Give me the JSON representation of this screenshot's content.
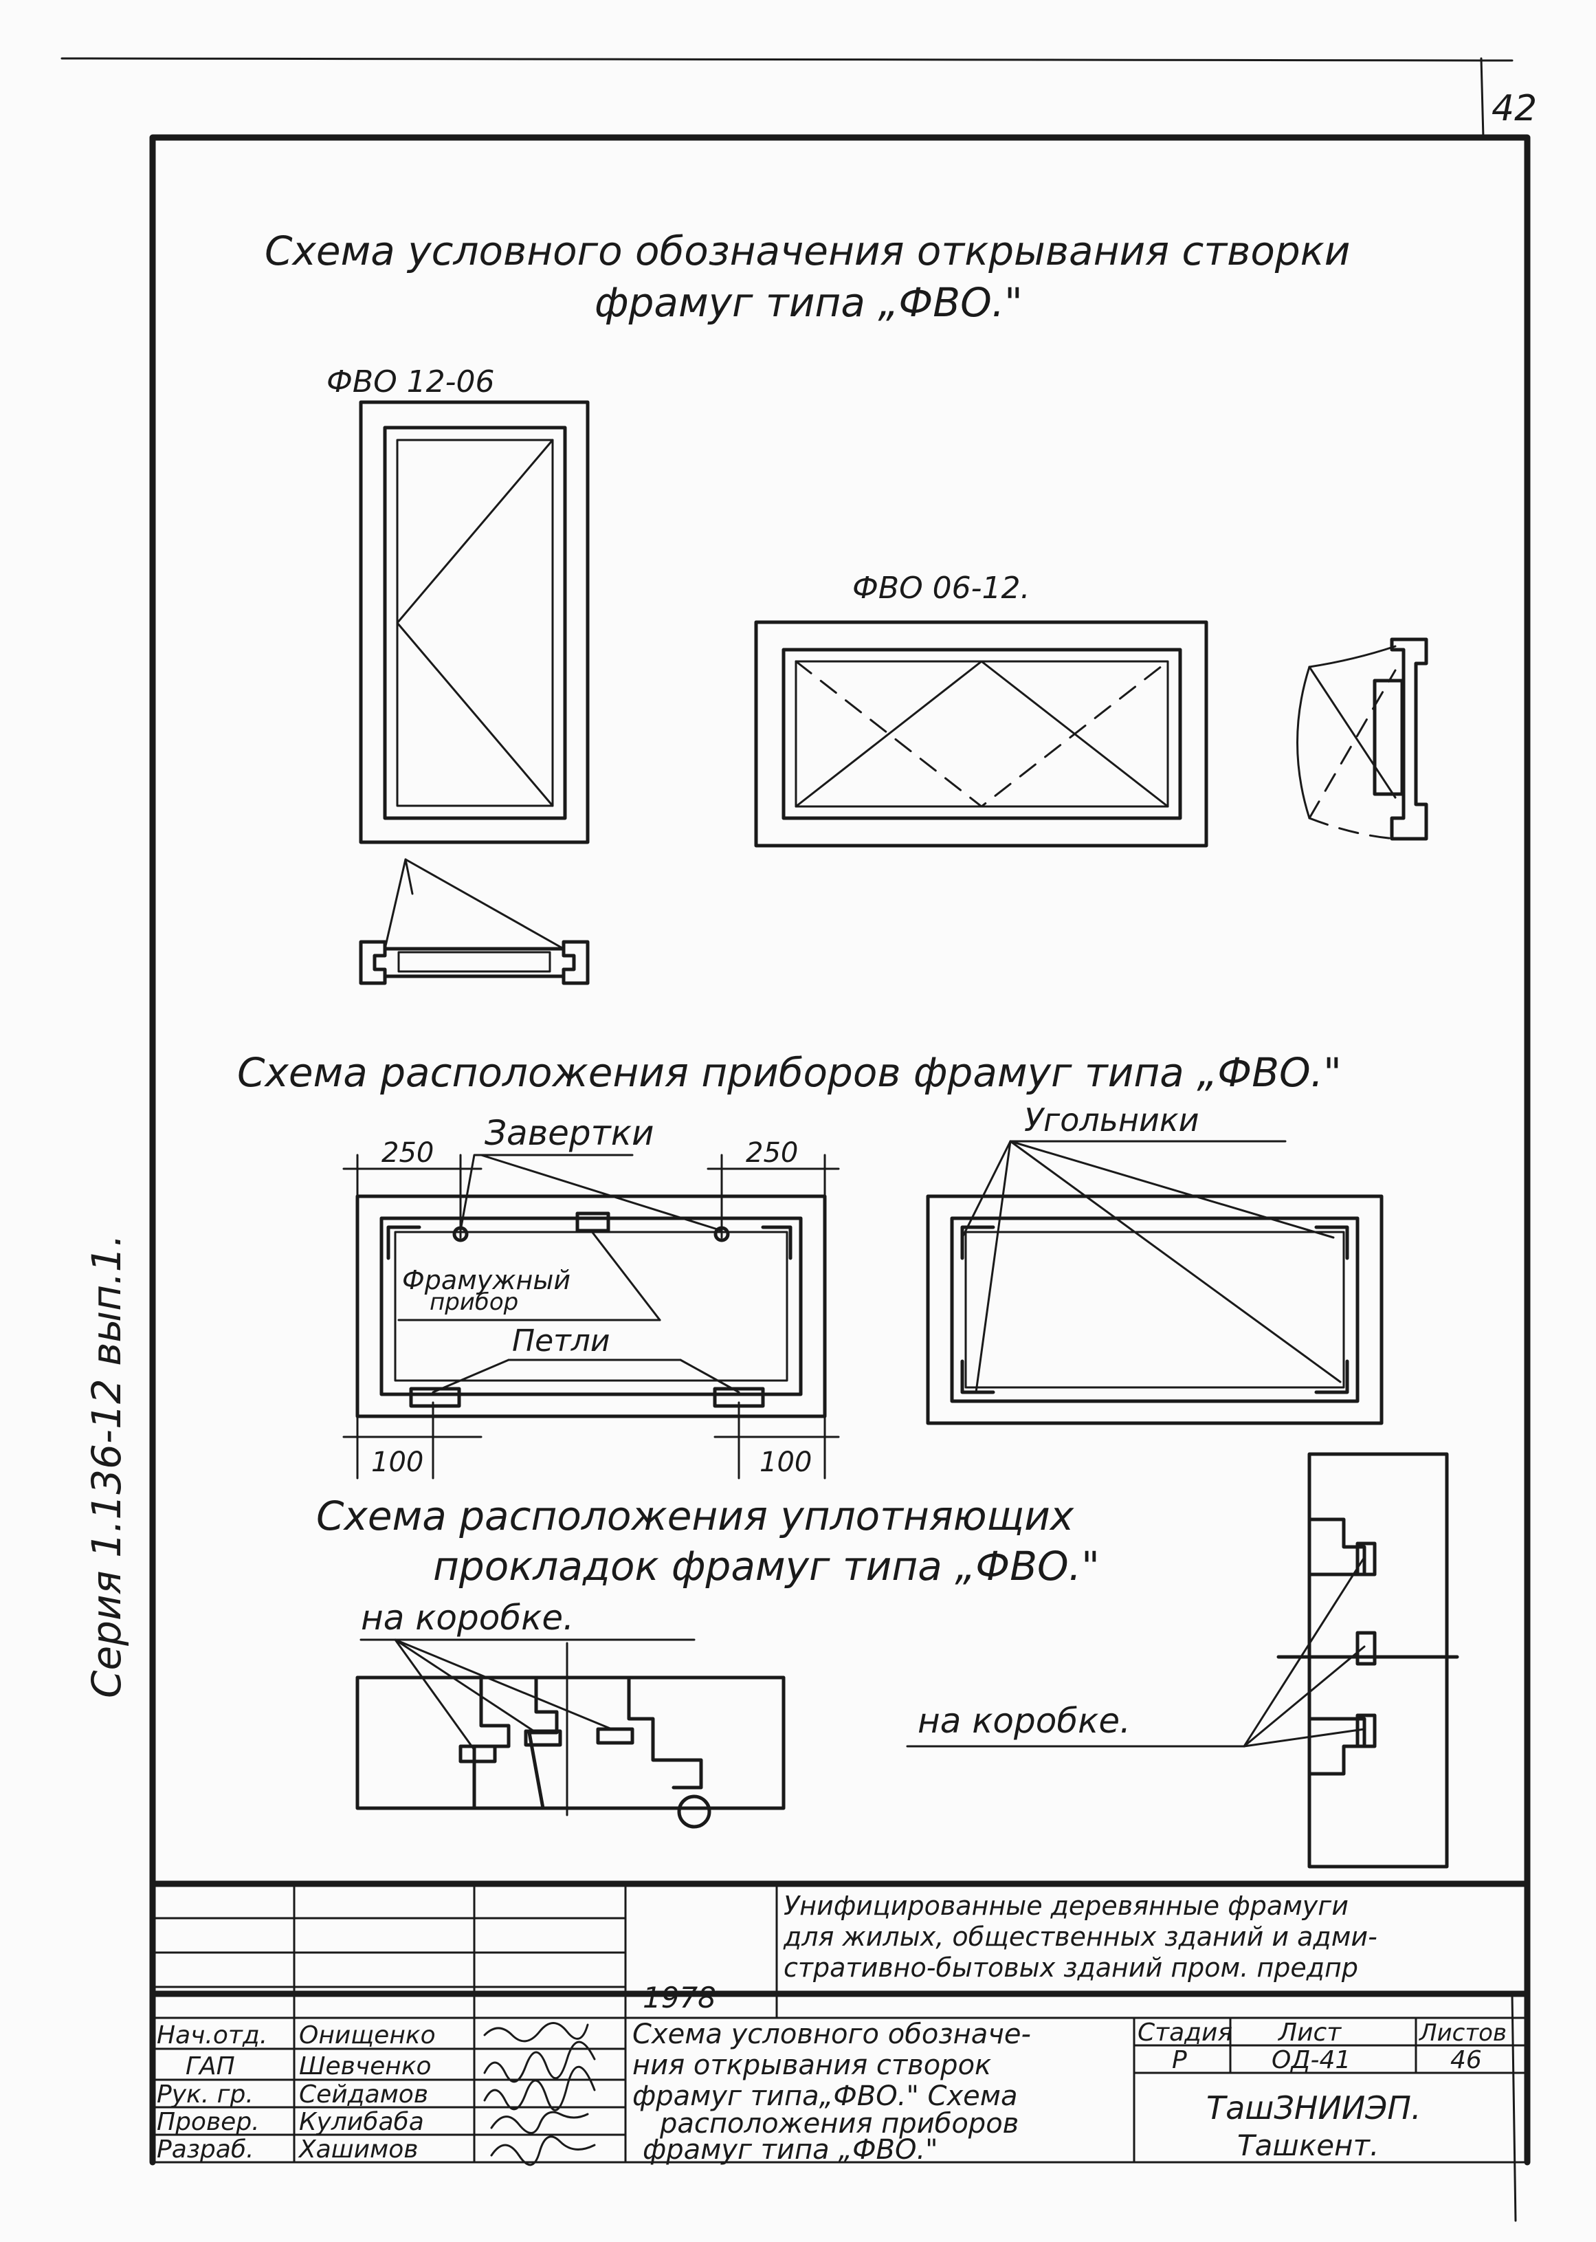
{
  "page_number": "42",
  "series_label": "Серия 1.136-12 вып.1.",
  "title1": {
    "line1": "Схема условного обозначения открывания створки",
    "line2": "фрамуг типа „ФВО.\""
  },
  "frame_labels": {
    "a": "ФВО 12-06",
    "b": "ФВО 06-12."
  },
  "title2": "Схема расположения приборов фрамуг типа „ФВО.\"",
  "devices": {
    "zavertki": "Завертки",
    "dim_left": "250",
    "dim_right": "250",
    "framuzhny_line1": "Фрамужный",
    "framuzhny_line2": "прибор",
    "petli": "Петли",
    "dim_bottom_left": "100",
    "dim_bottom_right": "100",
    "ugolniki": "Угольники"
  },
  "title3": {
    "line1": "Схема расположения уплотняющих",
    "line2": "прокладок фрамуг типа „ФВО.\""
  },
  "gaskets": {
    "label_left": "на коробке.",
    "label_right": "на коробке."
  },
  "title_block": {
    "description_line1": "Унифицированные деревянные фрамуги",
    "description_line2": "для жилых, общественных зданий и адми-",
    "description_line3": "стративно-бытовых зданий пром. предпр",
    "year": "1978",
    "roles": [
      "Нач.отд.",
      "ГАП",
      "Рук. гр.",
      "Провер.",
      "Разраб."
    ],
    "names": [
      "Онищенко",
      "Шевченко",
      "Сейдамов",
      "Кулибаба",
      "Хашимов"
    ],
    "sheet_title_line1": "Схема условного обозначе-",
    "sheet_title_line2": "ния открывания створок",
    "sheet_title_line3": "фрамуг типа„ФВО.\" Схема",
    "sheet_title_line4": "расположения приборов",
    "sheet_title_line5": "фрамуг типа „ФВО.\"",
    "stage_header": "Стадия",
    "sheet_header": "Лист",
    "sheets_header": "Листов",
    "stage_value": "Р",
    "sheet_value": "ОД-41",
    "sheets_value": "46",
    "org_line1": "ТашЗНИИЭП.",
    "org_line2": "Ташкент."
  }
}
